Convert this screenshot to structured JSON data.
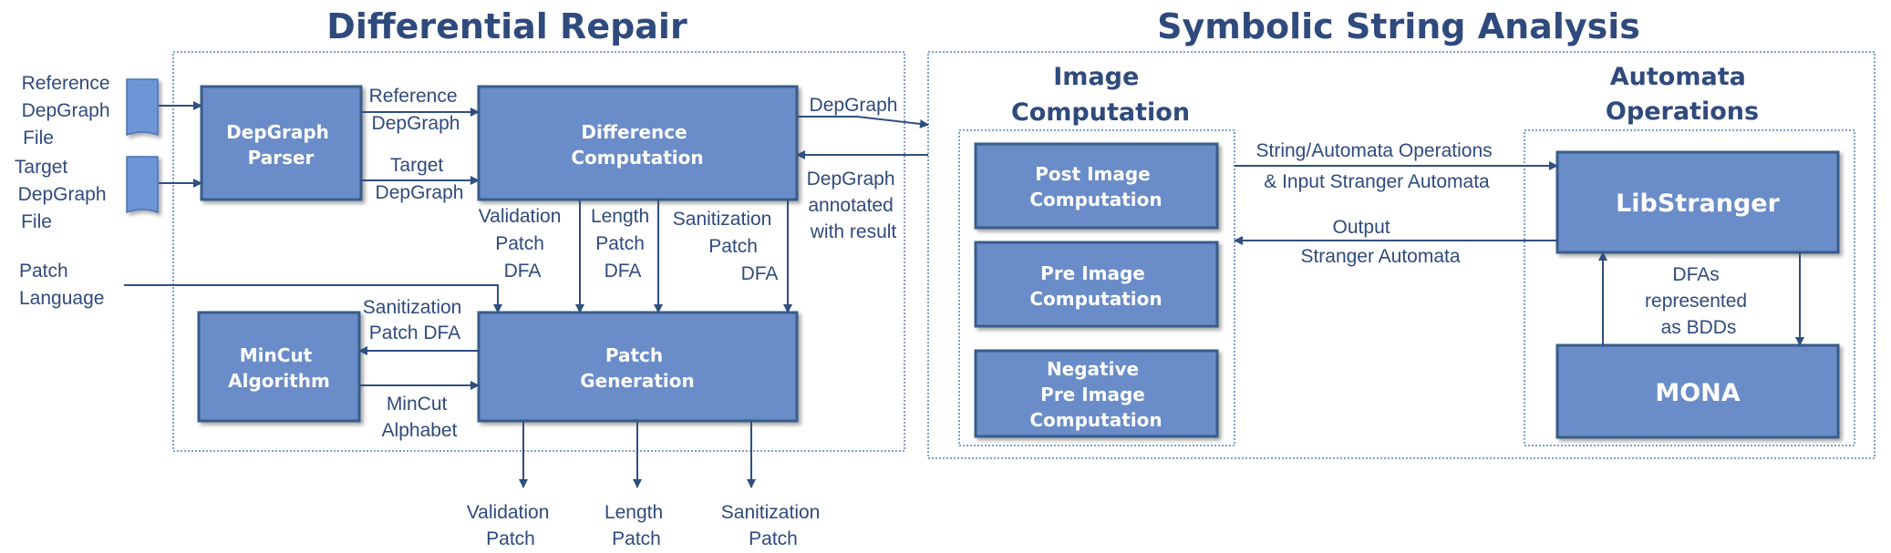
{
  "titles": {
    "differential_repair": "Differential Repair",
    "symbolic_string_analysis": "Symbolic String Analysis"
  },
  "subtitles": {
    "image_computation": [
      "Image",
      "Computation"
    ],
    "automata_operations": [
      "Automata",
      "Operations"
    ]
  },
  "inputs": {
    "reference_file": [
      "Reference",
      "DepGraph",
      "File"
    ],
    "target_file": [
      "Target",
      "DepGraph",
      "File"
    ],
    "patch_language": [
      "Patch",
      "Language"
    ]
  },
  "boxes": {
    "depgraph_parser": [
      "DepGraph",
      "Parser"
    ],
    "difference_computation": [
      "Difference",
      "Computation"
    ],
    "mincut_algorithm": [
      "MinCut",
      "Algorithm"
    ],
    "patch_generation": [
      "Patch",
      "Generation"
    ],
    "post_image": [
      "Post Image",
      "Computation"
    ],
    "pre_image": [
      "Pre Image",
      "Computation"
    ],
    "negative_pre_image": [
      "Negative",
      "Pre Image",
      "Computation"
    ],
    "libstranger": [
      "LibStranger"
    ],
    "mona": [
      "MONA"
    ]
  },
  "edge_labels": {
    "reference_depgraph": [
      "Reference",
      "DepGraph"
    ],
    "target_depgraph": [
      "Target",
      "DepGraph"
    ],
    "depgraph_out": [
      "DepGraph"
    ],
    "depgraph_annotated": [
      "DepGraph",
      "annotated",
      "with result"
    ],
    "validation_patch_dfa": [
      "Validation",
      "Patch",
      "DFA"
    ],
    "length_patch_dfa": [
      "Length",
      "Patch",
      "DFA"
    ],
    "sanitization_patch_dfa_down": [
      "Sanitization",
      "Patch",
      "DFA"
    ],
    "sanitization_patch_dfa_left": [
      "Sanitization",
      "Patch DFA"
    ],
    "mincut_alphabet": [
      "MinCut",
      "Alphabet"
    ],
    "string_automata_ops": [
      "String/Automata Operations",
      "& Input Stranger Automata"
    ],
    "output_stranger": [
      "Output",
      "Stranger Automata"
    ],
    "dfas_bdds": [
      "DFAs",
      "represented",
      "as BDDs"
    ]
  },
  "outputs": {
    "validation_patch": [
      "Validation",
      "Patch"
    ],
    "length_patch": [
      "Length",
      "Patch"
    ],
    "sanitization_patch": [
      "Sanitization",
      "Patch"
    ]
  }
}
